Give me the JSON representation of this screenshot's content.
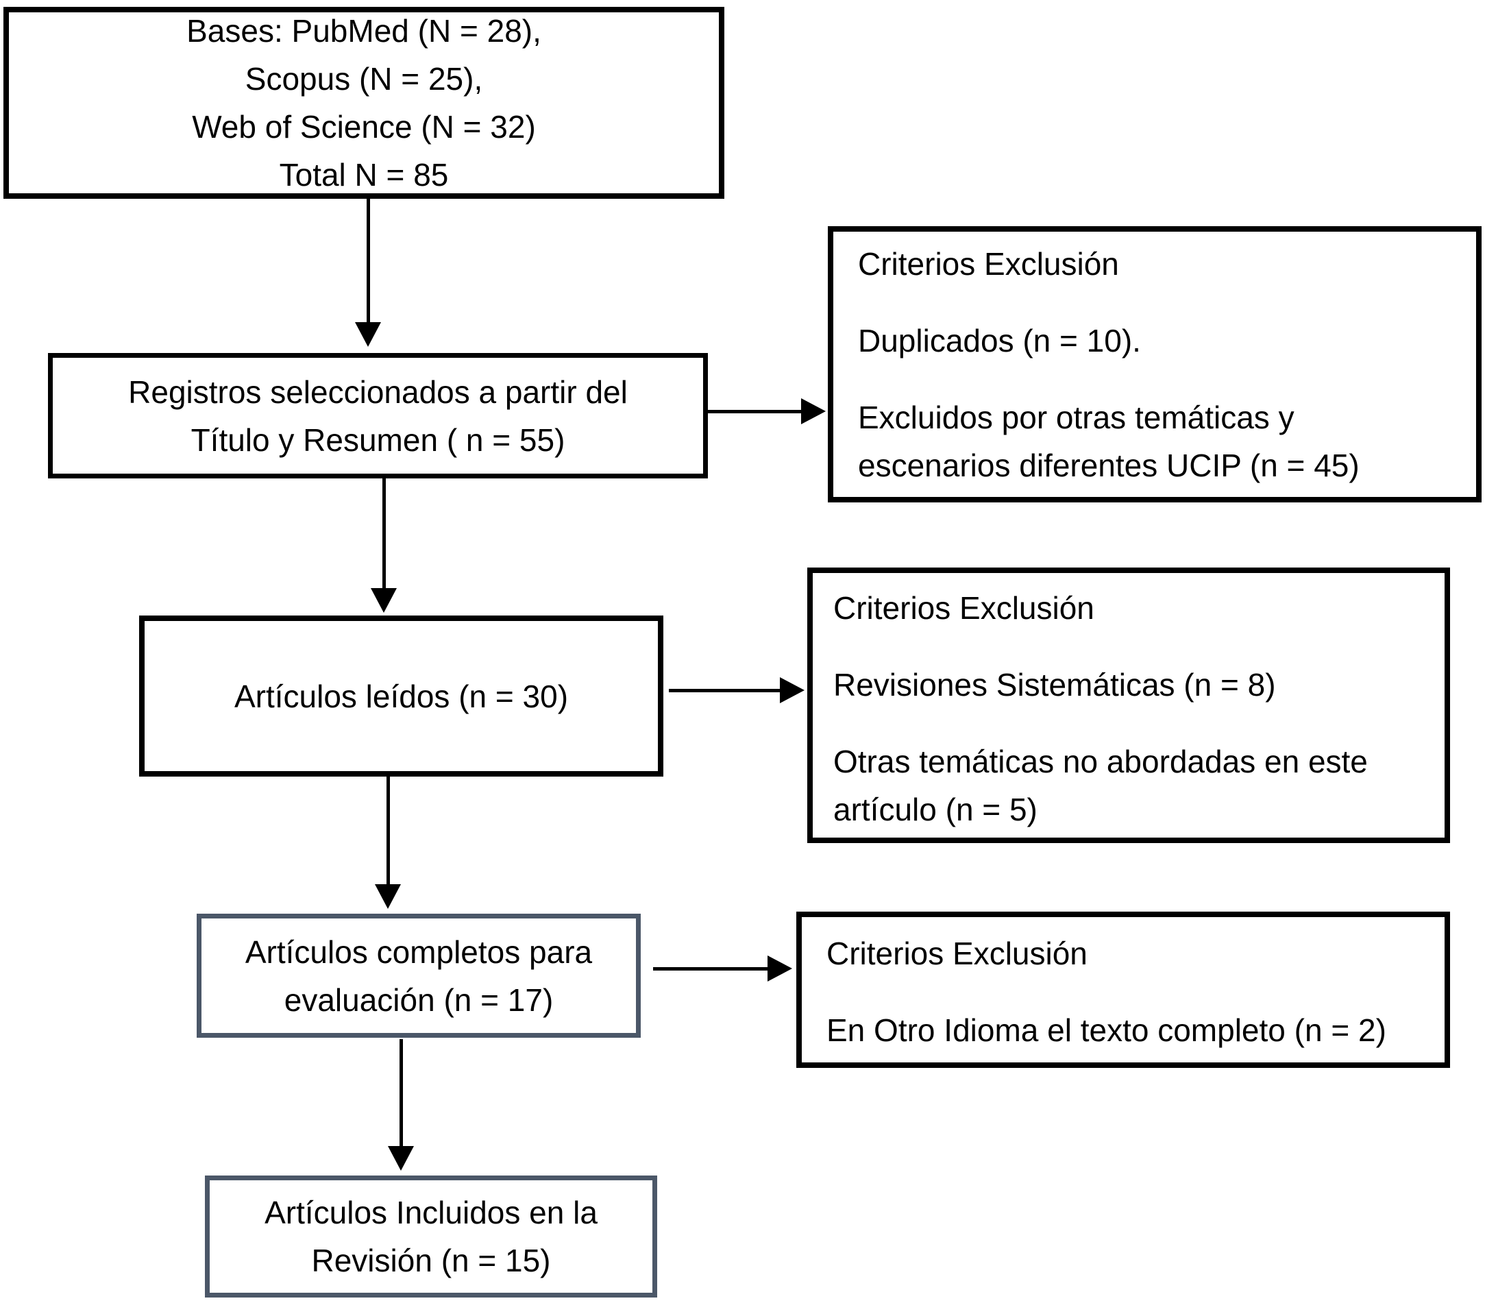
{
  "diagram": {
    "type": "prisma-flowchart",
    "language": "es",
    "colors": {
      "background": "#ffffff",
      "text": "#000000",
      "box_border": "#000000",
      "accent_box_border": "#4b5768",
      "arrow": "#000000"
    },
    "boxes": {
      "sources": {
        "line1": "Bases: PubMed (N = 28),",
        "line2": "Scopus (N = 25),",
        "line3": "Web of Science (N = 32)",
        "line4": "Total N = 85"
      },
      "screened": {
        "line1": "Registros seleccionados a partir del",
        "line2": "Título y Resumen ( n = 55)"
      },
      "exclusion1": {
        "title": "Criterios Exclusión",
        "item1": "Duplicados (n = 10).",
        "item2_line1": "Excluidos por otras temáticas y",
        "item2_line2": "escenarios diferentes UCIP (n = 45)"
      },
      "read": {
        "line1": "Artículos leídos (n = 30)"
      },
      "exclusion2": {
        "title": "Criterios Exclusión",
        "item1": "Revisiones Sistemáticas (n = 8)",
        "item2_line1": "Otras temáticas no abordadas en este",
        "item2_line2": "artículo (n = 5)"
      },
      "fulltext": {
        "line1": "Artículos completos para",
        "line2": "evaluación (n = 17)"
      },
      "exclusion3": {
        "title": "Criterios Exclusión",
        "item1": "En Otro Idioma el texto completo (n = 2)"
      },
      "included": {
        "line1": "Artículos Incluidos en la",
        "line2": "Revisión (n = 15)"
      }
    }
  }
}
